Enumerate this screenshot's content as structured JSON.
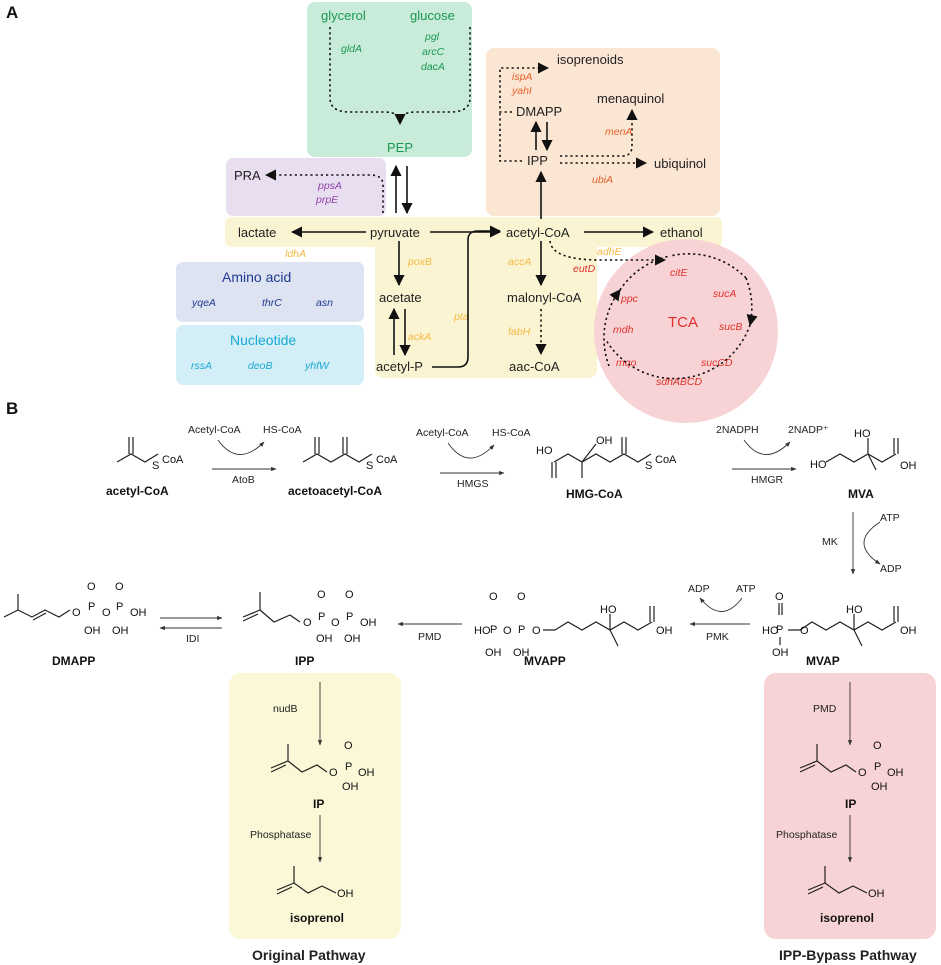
{
  "panels": {
    "a": "A",
    "b": "B"
  },
  "colors": {
    "green": "#1a9850",
    "green_bg": "#c9ebd9",
    "orange": "#e8612c",
    "orange_bg": "#fbe5d3",
    "yellow": "#f5b942",
    "yellow_bg": "#fbf4d2",
    "purple": "#8e44ad",
    "purple_bg": "#e8def0",
    "navy": "#1f3a93",
    "navy_bg": "#dde3f0",
    "cyan": "#18a9d4",
    "cyan_bg": "#d3eef6",
    "red": "#e0302c",
    "red_bg": "#f8d3d5"
  },
  "panelA": {
    "metabolites": {
      "glycerol": "glycerol",
      "glucose": "glucose",
      "pep": "PEP",
      "pra": "PRA",
      "pyruvate": "pyruvate",
      "lactate": "lactate",
      "acetate": "acetate",
      "acetyl_p": "acetyl-P",
      "acetyl_coa": "acetyl-CoA",
      "ethanol": "ethanol",
      "malonyl_coa": "malonyl-CoA",
      "aac_coa": "aac-CoA",
      "isoprenoids": "isoprenoids",
      "dmapp": "DMAPP",
      "ipp": "IPP",
      "menaquinol": "menaquinol",
      "ubiquinol": "ubiquinol",
      "tca": "TCA"
    },
    "boxes": {
      "amino_acid": "Amino acid",
      "nucleotide": "Nucleotide"
    },
    "genes": {
      "glda": "gldA",
      "pgl": "pgl",
      "arcc": "arcC",
      "daca": "dacA",
      "ppsa": "ppsA",
      "prpe": "prpE",
      "ldha": "ldhA",
      "poxb": "poxB",
      "pta": "pta",
      "acka": "ackA",
      "acca": "accA",
      "fabh": "fabH",
      "adhe": "adhE",
      "eutd": "eutD",
      "ispa": "ispA",
      "yahi": "yahI",
      "mena": "menA",
      "ubia": "ubiA",
      "yqea": "yqeA",
      "thrc": "thrC",
      "asn": "asn",
      "rssa": "rssA",
      "deob": "deoB",
      "yhfw": "yhfW",
      "cite": "citE",
      "suca": "sucA",
      "ppc": "ppc",
      "mdh": "mdh",
      "sucb": "sucB",
      "mqo": "mqo",
      "sucdc": "sucCD",
      "sdh": "sdhABCD"
    }
  },
  "panelB": {
    "compounds": {
      "acetyl_coa": "acetyl-CoA",
      "acetoacetyl_coa": "acetoacetyl-CoA",
      "hmg_coa": "HMG-CoA",
      "mva": "MVA",
      "mvap": "MVAP",
      "mvapp": "MVAPP",
      "ipp": "IPP",
      "dmapp": "DMAPP",
      "ip1": "IP",
      "ip2": "IP",
      "isoprenol1": "isoprenol",
      "isoprenol2": "isoprenol"
    },
    "enzymes": {
      "atob": "AtoB",
      "hmgs": "HMGS",
      "hmgr": "HMGR",
      "mk": "MK",
      "pmk": "PMK",
      "pmd1": "PMD",
      "idi": "IDI",
      "nudb": "nudB",
      "phos1": "Phosphatase",
      "pmd2": "PMD",
      "phos2": "Phosphatase"
    },
    "cofactors": {
      "acoa1": "Acetyl-CoA",
      "hscoa1": "HS-CoA",
      "acoa2": "Acetyl-CoA",
      "hscoa2": "HS-CoA",
      "nadph": "2NADPH",
      "nadp": "2NADP⁺",
      "atp1": "ATP",
      "adp1": "ADP",
      "adp2": "ADP",
      "atp2": "ATP"
    },
    "atoms": {
      "coa": "CoA",
      "s": "S",
      "oh": "OH",
      "ho": "HO",
      "o": "O",
      "p": "P"
    },
    "pathways": {
      "original": "Original Pathway",
      "bypass": "IPP-Bypass Pathway"
    }
  }
}
